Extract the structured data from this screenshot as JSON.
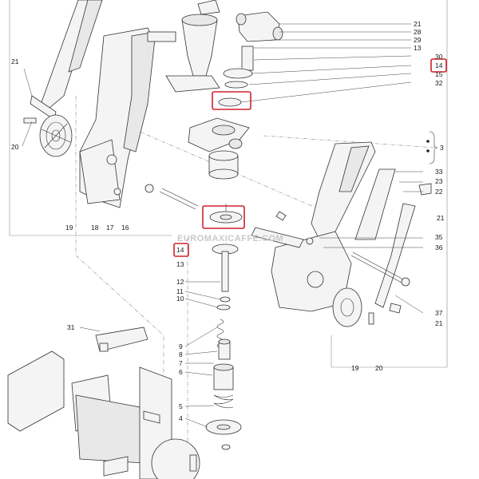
{
  "diagram": {
    "watermark": "EUROMAXICAFFE.COM",
    "highlight_color": "#d0202a",
    "labels": {
      "top_right_column": [
        "21",
        "28",
        "29",
        "13",
        "30",
        "14",
        "15",
        "32"
      ],
      "top_left": [
        "21",
        "20",
        "19",
        "18",
        "17",
        "16"
      ],
      "bracket": "3",
      "right_column": [
        "33",
        "23",
        "22",
        "21",
        "35",
        "36",
        "37",
        "21"
      ],
      "right_bottom": [
        "19",
        "20"
      ],
      "center_column": [
        "14",
        "13",
        "12",
        "11",
        "10",
        "9",
        "8",
        "7",
        "6",
        "5",
        "4"
      ],
      "bottom_left": "31"
    }
  }
}
